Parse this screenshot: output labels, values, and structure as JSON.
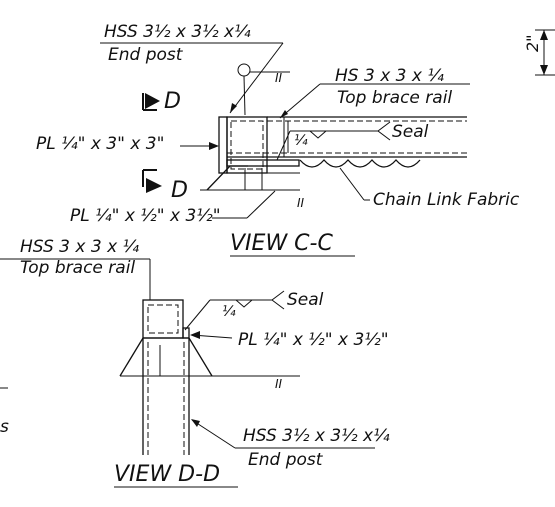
{
  "view_cc": {
    "title": "VIEW C-C",
    "end_post_size": "HSS 3½ x 3½ x¼",
    "end_post_label": "End post",
    "top_rail_size": "HS 3 x 3 x ¼",
    "top_rail_label": "Top brace rail",
    "plate_label": "PL ¼\" x 3\" x 3\"",
    "plate2_label": "PL ¼\" x ½\" x 3½\"",
    "weld_size": "¼",
    "seal_label": "Seal",
    "fabric_label": "Chain Link Fabric",
    "section_marker_1": "D",
    "section_marker_2": "D",
    "ii_mark": "II"
  },
  "view_dd": {
    "title": "VIEW D-D",
    "top_rail_size": "HSS 3 x 3 x ¼",
    "top_rail_label": "Top brace rail",
    "weld_size": "¼",
    "seal_label": "Seal",
    "plate_label": "PL ¼\" x ½\" x 3½\"",
    "end_post_size": "HSS 3½ x 3½ x¼",
    "end_post_label": "End post",
    "ii_mark": "II"
  },
  "side_dimension": "2\"",
  "left_clipped_text": "s"
}
